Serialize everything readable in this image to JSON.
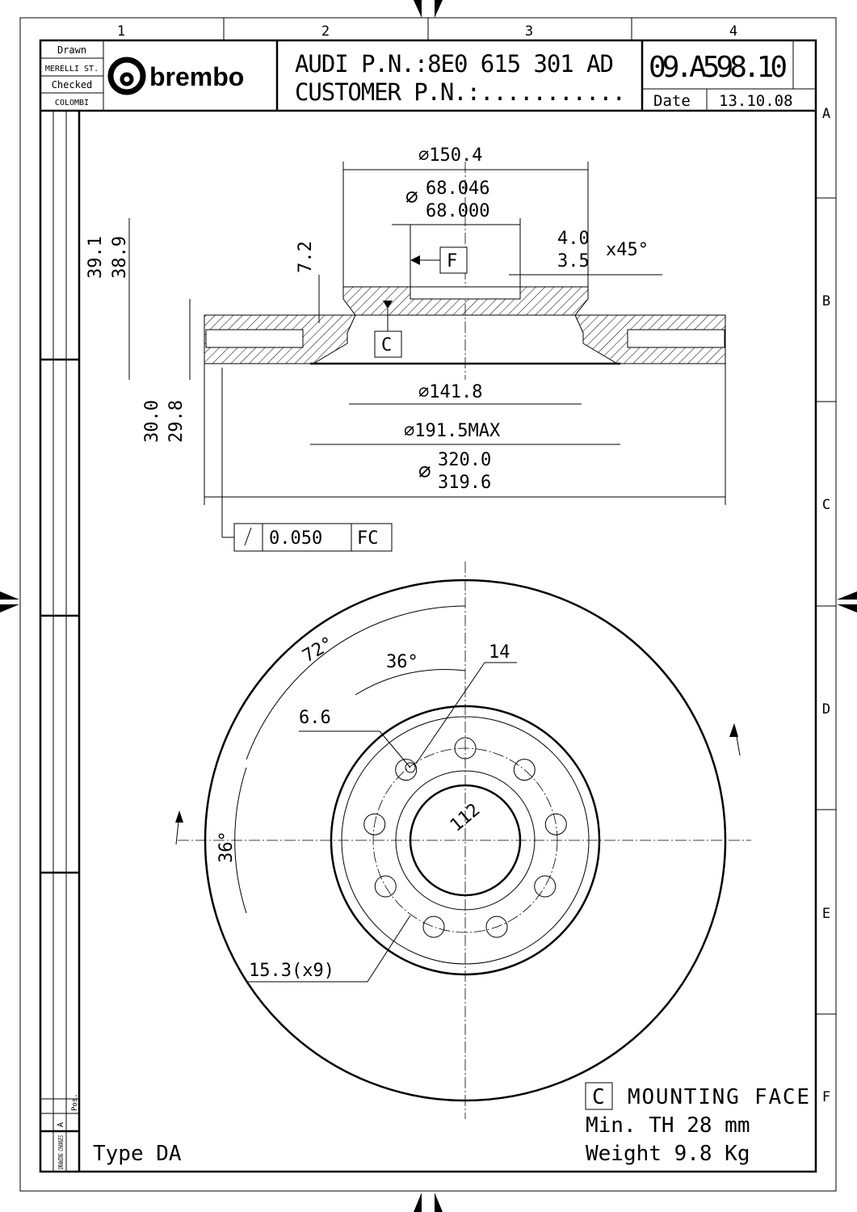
{
  "title_block": {
    "drawn_label": "Drawn",
    "drawn_by": "MERELLI ST.",
    "checked_label": "Checked",
    "checked_by": "COLOMBI",
    "logo_text": "brembo",
    "oem_pn": "AUDI P.N.:8E0 615 301 AD",
    "customer_pn": "CUSTOMER P.N.:...........",
    "part_number": "09.A598.10",
    "date_label": "Date",
    "date": "13.10.08"
  },
  "grid": {
    "columns": [
      "1",
      "2",
      "3",
      "4"
    ],
    "rows": [
      "A",
      "B",
      "C",
      "D",
      "E",
      "F"
    ]
  },
  "side_strip": {
    "pos_label": "Pos.",
    "rev": "A",
    "dash": "-",
    "changes_label": "DRAWING CHANGES"
  },
  "section_view": {
    "d_hat": "∅150.4",
    "d_bore_max": "68.046",
    "d_bore_min": "68.000",
    "datum_f": "F",
    "datum_c": "C",
    "chamfer_a": "4.0",
    "chamfer_b": "3.5",
    "chamfer_angle": "x45°",
    "hat_depth": "7.2",
    "height_max": "39.1",
    "height_min": "38.9",
    "thick_max": "30.0",
    "thick_min": "29.8",
    "d_inner": "∅141.8",
    "d_191": "∅191.5MAX",
    "d_outer_max": "320.0",
    "d_outer_min": "319.6",
    "d_sym": "∅",
    "runout_value": "0.050",
    "runout_datums": "FC"
  },
  "plan_view": {
    "angle_72": "72°",
    "angle_36a": "36°",
    "angle_36b": "36°",
    "hole_14": "14",
    "hole_66": "6.6",
    "pcd": "112",
    "holes": "15.3(x9)"
  },
  "notes": {
    "datum": "C",
    "mounting_face": "MOUNTING FACE",
    "min_th": "Min. TH 28 mm",
    "weight": "Weight 9.8 Kg",
    "type": "Type DA"
  }
}
